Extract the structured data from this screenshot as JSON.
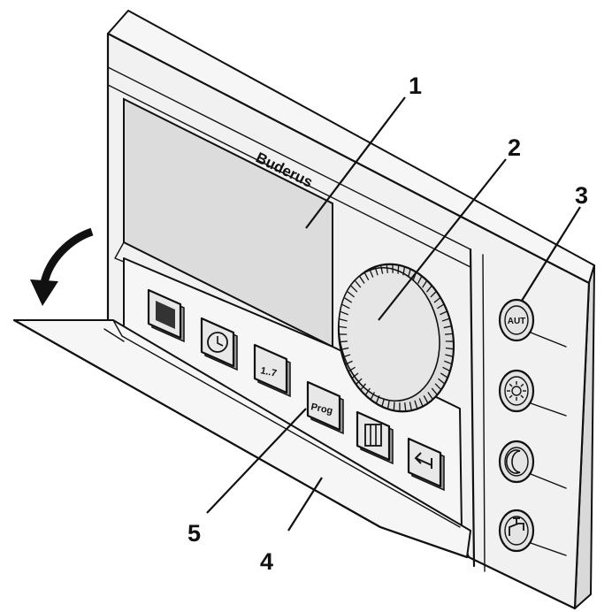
{
  "brand": {
    "name": "Buderus"
  },
  "callouts": {
    "display": "1",
    "rotary_knob": "2",
    "auto_button": "3",
    "cover_flap": "4",
    "prog_key": "5"
  },
  "keys": {
    "time_label": "",
    "days_label": "1..7",
    "prog_label": "Prog"
  },
  "round_buttons": {
    "auto_label": "AUT"
  },
  "icons": {
    "flap_arrow": "curved-arrow-down-icon",
    "display_key": "display-icon",
    "clock_key": "clock-icon",
    "radiator_key": "radiator-icon",
    "back_key": "return-icon",
    "day_mode": "sun-icon",
    "night_mode": "moon-icon",
    "hot_water": "tap-icon"
  }
}
